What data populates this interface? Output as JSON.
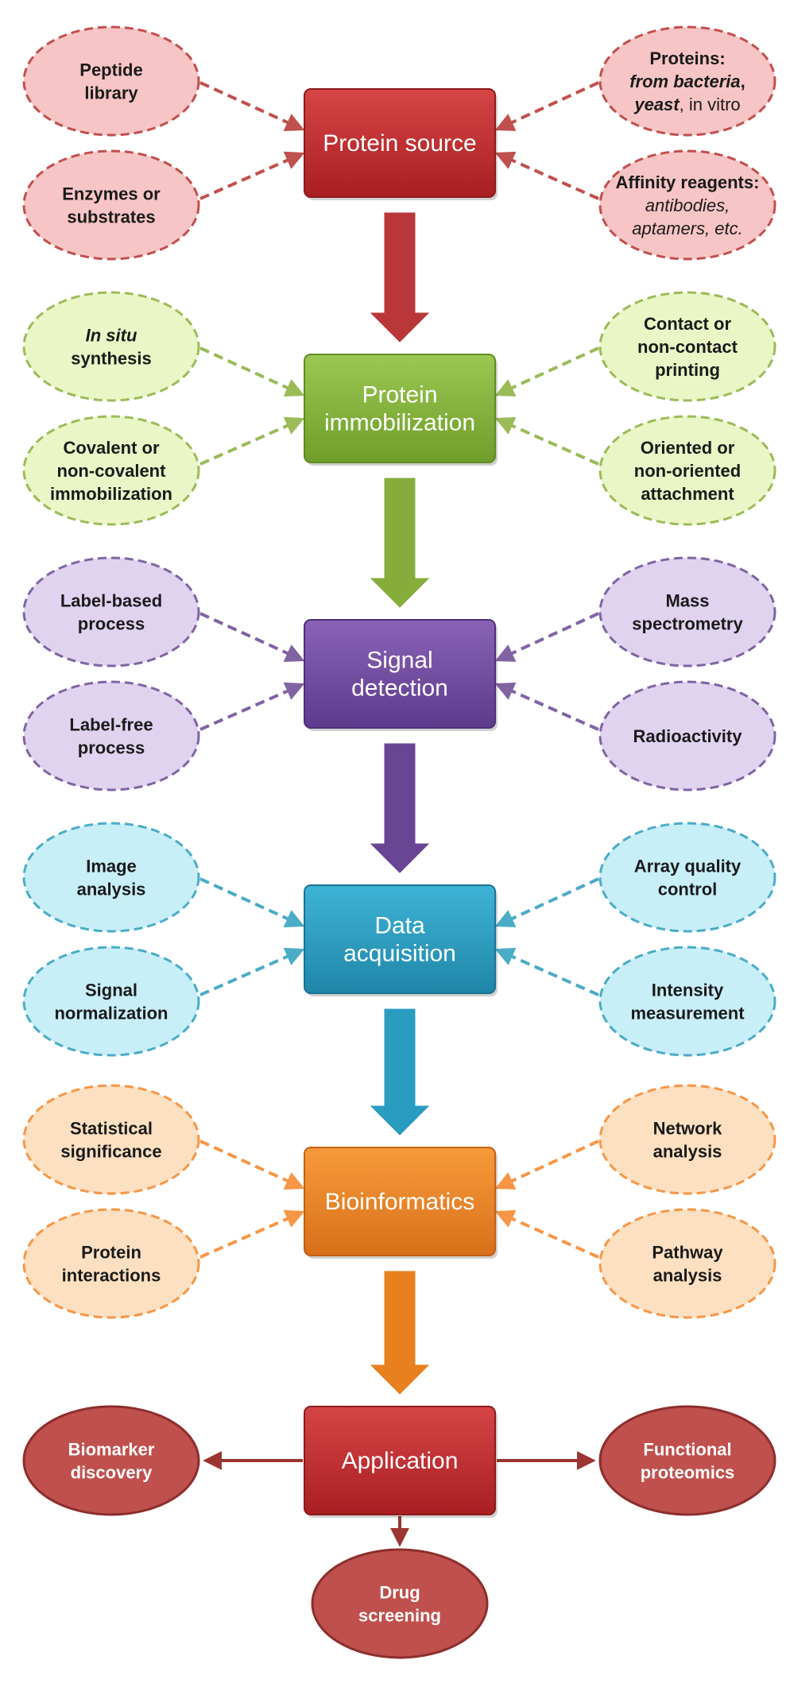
{
  "stages": [
    {
      "id": "protein-source",
      "box_lines": [
        "Protein source"
      ],
      "colors": {
        "fill_top": "#d64545",
        "fill_bottom": "#a91e22",
        "stroke": "#8c1a1c",
        "ellipse_fill": "#f7c5c5",
        "ellipse_stroke": "#c0504d",
        "arrow": "#c0504d",
        "big_arrow": "#b9373a"
      },
      "inputs": [
        {
          "lines": [
            [
              {
                "t": "Peptide"
              }
            ],
            [
              {
                "t": "library"
              }
            ]
          ]
        },
        {
          "lines": [
            [
              {
                "t": "Enzymes or"
              }
            ],
            [
              {
                "t": "substrates"
              }
            ]
          ]
        },
        {
          "lines": [
            [
              {
                "t": "Proteins:"
              }
            ],
            [
              {
                "t": "from bacteria",
                "i": true
              },
              {
                "t": ","
              }
            ],
            [
              {
                "t": "yeast",
                "i": true
              },
              {
                "t": ", in vitro",
                "n": true
              }
            ]
          ]
        },
        {
          "lines": [
            [
              {
                "t": "Affinity reagents:"
              }
            ],
            [
              {
                "t": "antibodies,",
                "i": true,
                "n": true
              }
            ],
            [
              {
                "t": "aptamers, etc.",
                "i": true,
                "n": true
              }
            ]
          ]
        }
      ]
    },
    {
      "id": "protein-immobilization",
      "box_lines": [
        "Protein",
        "immobilization"
      ],
      "colors": {
        "fill_top": "#9bc752",
        "fill_bottom": "#6f9e2b",
        "stroke": "#5f8a23",
        "ellipse_fill": "#eaf6c6",
        "ellipse_stroke": "#9bbb59",
        "arrow": "#9bbb59",
        "big_arrow": "#86ac3c"
      },
      "inputs": [
        {
          "lines": [
            [
              {
                "t": "In situ",
                "i": true
              }
            ],
            [
              {
                "t": "synthesis"
              }
            ]
          ]
        },
        {
          "lines": [
            [
              {
                "t": "Covalent or"
              }
            ],
            [
              {
                "t": "non-covalent"
              }
            ],
            [
              {
                "t": "immobilization"
              }
            ]
          ]
        },
        {
          "lines": [
            [
              {
                "t": "Contact or"
              }
            ],
            [
              {
                "t": "non-contact"
              }
            ],
            [
              {
                "t": "printing"
              }
            ]
          ]
        },
        {
          "lines": [
            [
              {
                "t": "Oriented or"
              }
            ],
            [
              {
                "t": "non-oriented"
              }
            ],
            [
              {
                "t": "attachment"
              }
            ]
          ]
        }
      ]
    },
    {
      "id": "signal-detection",
      "box_lines": [
        "Signal",
        "detection"
      ],
      "colors": {
        "fill_top": "#8a63b6",
        "fill_bottom": "#5e3a8c",
        "stroke": "#4f2f78",
        "ellipse_fill": "#e0d3f0",
        "ellipse_stroke": "#8064a2",
        "arrow": "#8064a2",
        "big_arrow": "#6a4594"
      },
      "inputs": [
        {
          "lines": [
            [
              {
                "t": "Label-based"
              }
            ],
            [
              {
                "t": "process"
              }
            ]
          ]
        },
        {
          "lines": [
            [
              {
                "t": "Label-free"
              }
            ],
            [
              {
                "t": "process"
              }
            ]
          ]
        },
        {
          "lines": [
            [
              {
                "t": "Mass"
              }
            ],
            [
              {
                "t": "spectrometry"
              }
            ]
          ]
        },
        {
          "lines": [
            [
              {
                "t": "Radioactivity"
              }
            ]
          ]
        }
      ]
    },
    {
      "id": "data-acquisition",
      "box_lines": [
        "Data",
        "acquisition"
      ],
      "colors": {
        "fill_top": "#3fb4d6",
        "fill_bottom": "#1f86a8",
        "stroke": "#1a7393",
        "ellipse_fill": "#c8eef8",
        "ellipse_stroke": "#4bacc6",
        "arrow": "#4bacc6",
        "big_arrow": "#2a9cc0"
      },
      "inputs": [
        {
          "lines": [
            [
              {
                "t": "Image"
              }
            ],
            [
              {
                "t": "analysis"
              }
            ]
          ]
        },
        {
          "lines": [
            [
              {
                "t": "Signal"
              }
            ],
            [
              {
                "t": "normalization"
              }
            ]
          ]
        },
        {
          "lines": [
            [
              {
                "t": "Array quality"
              }
            ],
            [
              {
                "t": "control"
              }
            ]
          ]
        },
        {
          "lines": [
            [
              {
                "t": "Intensity"
              }
            ],
            [
              {
                "t": "measurement"
              }
            ]
          ]
        }
      ]
    },
    {
      "id": "bioinformatics",
      "box_lines": [
        "Bioinformatics"
      ],
      "colors": {
        "fill_top": "#f79a3b",
        "fill_bottom": "#d9701a",
        "stroke": "#c26013",
        "ellipse_fill": "#fde0c2",
        "ellipse_stroke": "#f79646",
        "arrow": "#f79646",
        "big_arrow": "#e8801f"
      },
      "inputs": [
        {
          "lines": [
            [
              {
                "t": "Statistical"
              }
            ],
            [
              {
                "t": "significance"
              }
            ]
          ]
        },
        {
          "lines": [
            [
              {
                "t": "Protein"
              }
            ],
            [
              {
                "t": "interactions"
              }
            ]
          ]
        },
        {
          "lines": [
            [
              {
                "t": "Network"
              }
            ],
            [
              {
                "t": "analysis"
              }
            ]
          ]
        },
        {
          "lines": [
            [
              {
                "t": "Pathway"
              }
            ],
            [
              {
                "t": "analysis"
              }
            ]
          ]
        }
      ]
    }
  ],
  "application": {
    "box_lines": [
      "Application"
    ],
    "colors": {
      "fill_top": "#d64545",
      "fill_bottom": "#a91e22",
      "stroke": "#8c1a1c",
      "ellipse_fill": "#c0504d",
      "ellipse_stroke": "#8c2f2c",
      "arrow": "#9c3532"
    },
    "outputs": [
      {
        "lines": [
          [
            {
              "t": "Biomarker"
            }
          ],
          [
            {
              "t": "discovery"
            }
          ]
        ]
      },
      {
        "lines": [
          [
            {
              "t": "Functional"
            }
          ],
          [
            {
              "t": "proteomics"
            }
          ]
        ]
      },
      {
        "lines": [
          [
            {
              "t": "Drug"
            }
          ],
          [
            {
              "t": "screening"
            }
          ]
        ]
      }
    ]
  }
}
